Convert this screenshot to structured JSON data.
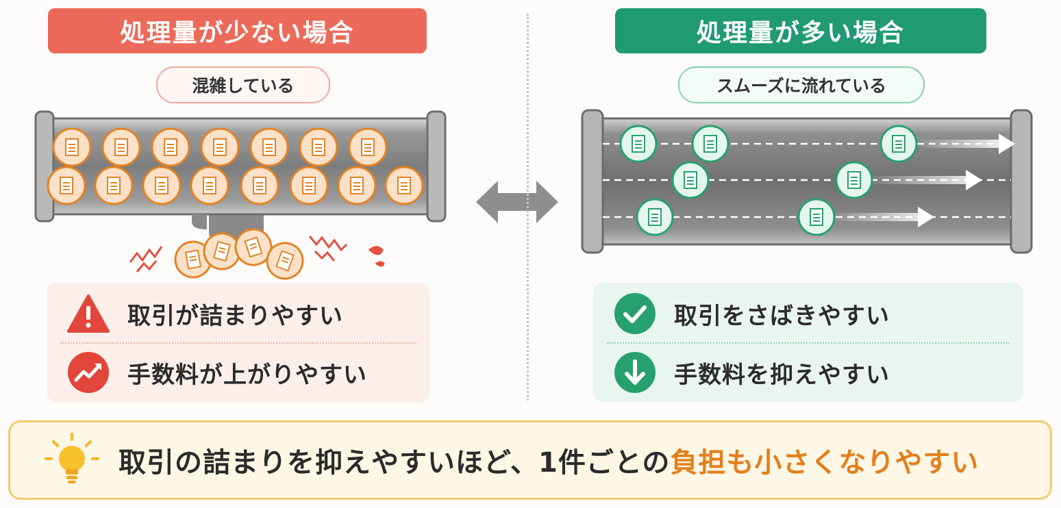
{
  "left": {
    "title": "処理量が少ない場合",
    "bubble": "混雑している",
    "items": [
      {
        "icon": "warning-icon",
        "label": "取引が詰まりやすい"
      },
      {
        "icon": "trend-up-icon",
        "label": "手数料が上がりやすい"
      }
    ],
    "color": "#ec6a5a"
  },
  "right": {
    "title": "処理量が多い場合",
    "bubble": "スムーズに流れている",
    "items": [
      {
        "icon": "check-icon",
        "label": "取引をさばきやすい"
      },
      {
        "icon": "arrow-down-icon",
        "label": "手数料を抑えやすい"
      }
    ],
    "color": "#1f9a72"
  },
  "footer": {
    "icon": "lightbulb-icon",
    "text_main": "取引の詰まりを抑えやすいほど、1件ごとの",
    "text_highlight": "負担も小さくなりやすい",
    "highlight_color": "#e37f1c"
  }
}
